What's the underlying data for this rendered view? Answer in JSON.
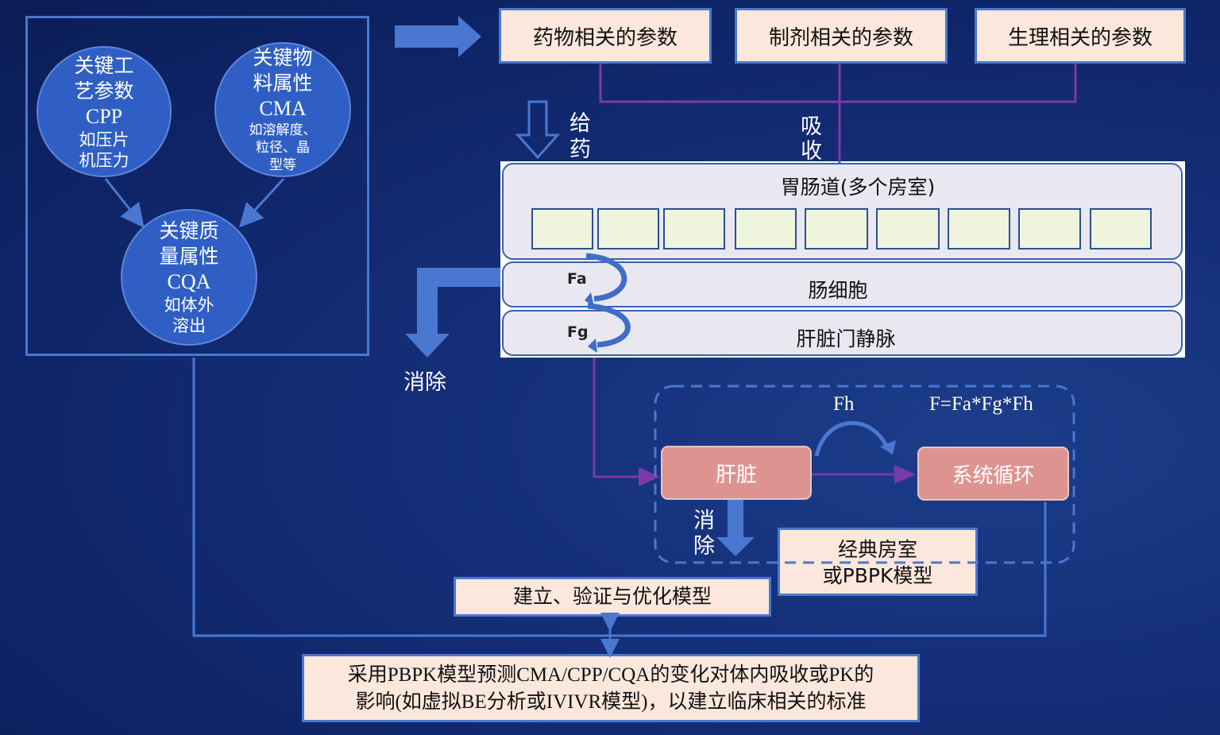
{
  "left_panel": {
    "cpp": {
      "line1": "关键工",
      "line2": "艺参数",
      "abbr": "CPP",
      "ex1": "如压片",
      "ex2": "机压力"
    },
    "cma": {
      "line1": "关键物",
      "line2": "料属性",
      "abbr": "CMA",
      "ex1": "如溶解度、",
      "ex2": "粒径、晶",
      "ex3": "型等"
    },
    "cqa": {
      "line1": "关键质",
      "line2": "量属性",
      "abbr": "CQA",
      "ex1": "如体外",
      "ex2": "溶出"
    }
  },
  "params": {
    "drug": "药物相关的参数",
    "formulation": "制剂相关的参数",
    "physiology": "生理相关的参数"
  },
  "labels": {
    "dosing1": "给",
    "dosing2": "药",
    "absorb1": "吸",
    "absorb2": "收",
    "elim_left": "消除",
    "elim_liver1": "消",
    "elim_liver2": "除",
    "fa": "Fa",
    "fg": "Fg",
    "fh": "Fh",
    "formula": "F=Fa*Fg*Fh"
  },
  "gi": {
    "title": "胃肠道(多个房室)",
    "enterocyte": "肠细胞",
    "portal_vein": "肝脏门静脉"
  },
  "liver": "肝脏",
  "systemic": "系统循环",
  "model_box": {
    "line1": "经典房室",
    "line2": "或PBPK模型"
  },
  "build_model": "建立、验证与优化模型",
  "bottom": {
    "line1": "采用PBPK模型预测CMA/CPP/CQA的变化对体内吸收或PK的",
    "line2": "影响(如虚拟BE分析或IVIVR模型)，以建立临床相关的标准"
  },
  "colors": {
    "background": "#142e78",
    "circle_fill": "#2f5fc4",
    "arrow_blue": "#4a78d0",
    "purple_line": "#7a3aa8",
    "pink_box": "#dd9490",
    "peach_box": "#fbe7dc",
    "compartment_fill": "#eff5dd"
  }
}
